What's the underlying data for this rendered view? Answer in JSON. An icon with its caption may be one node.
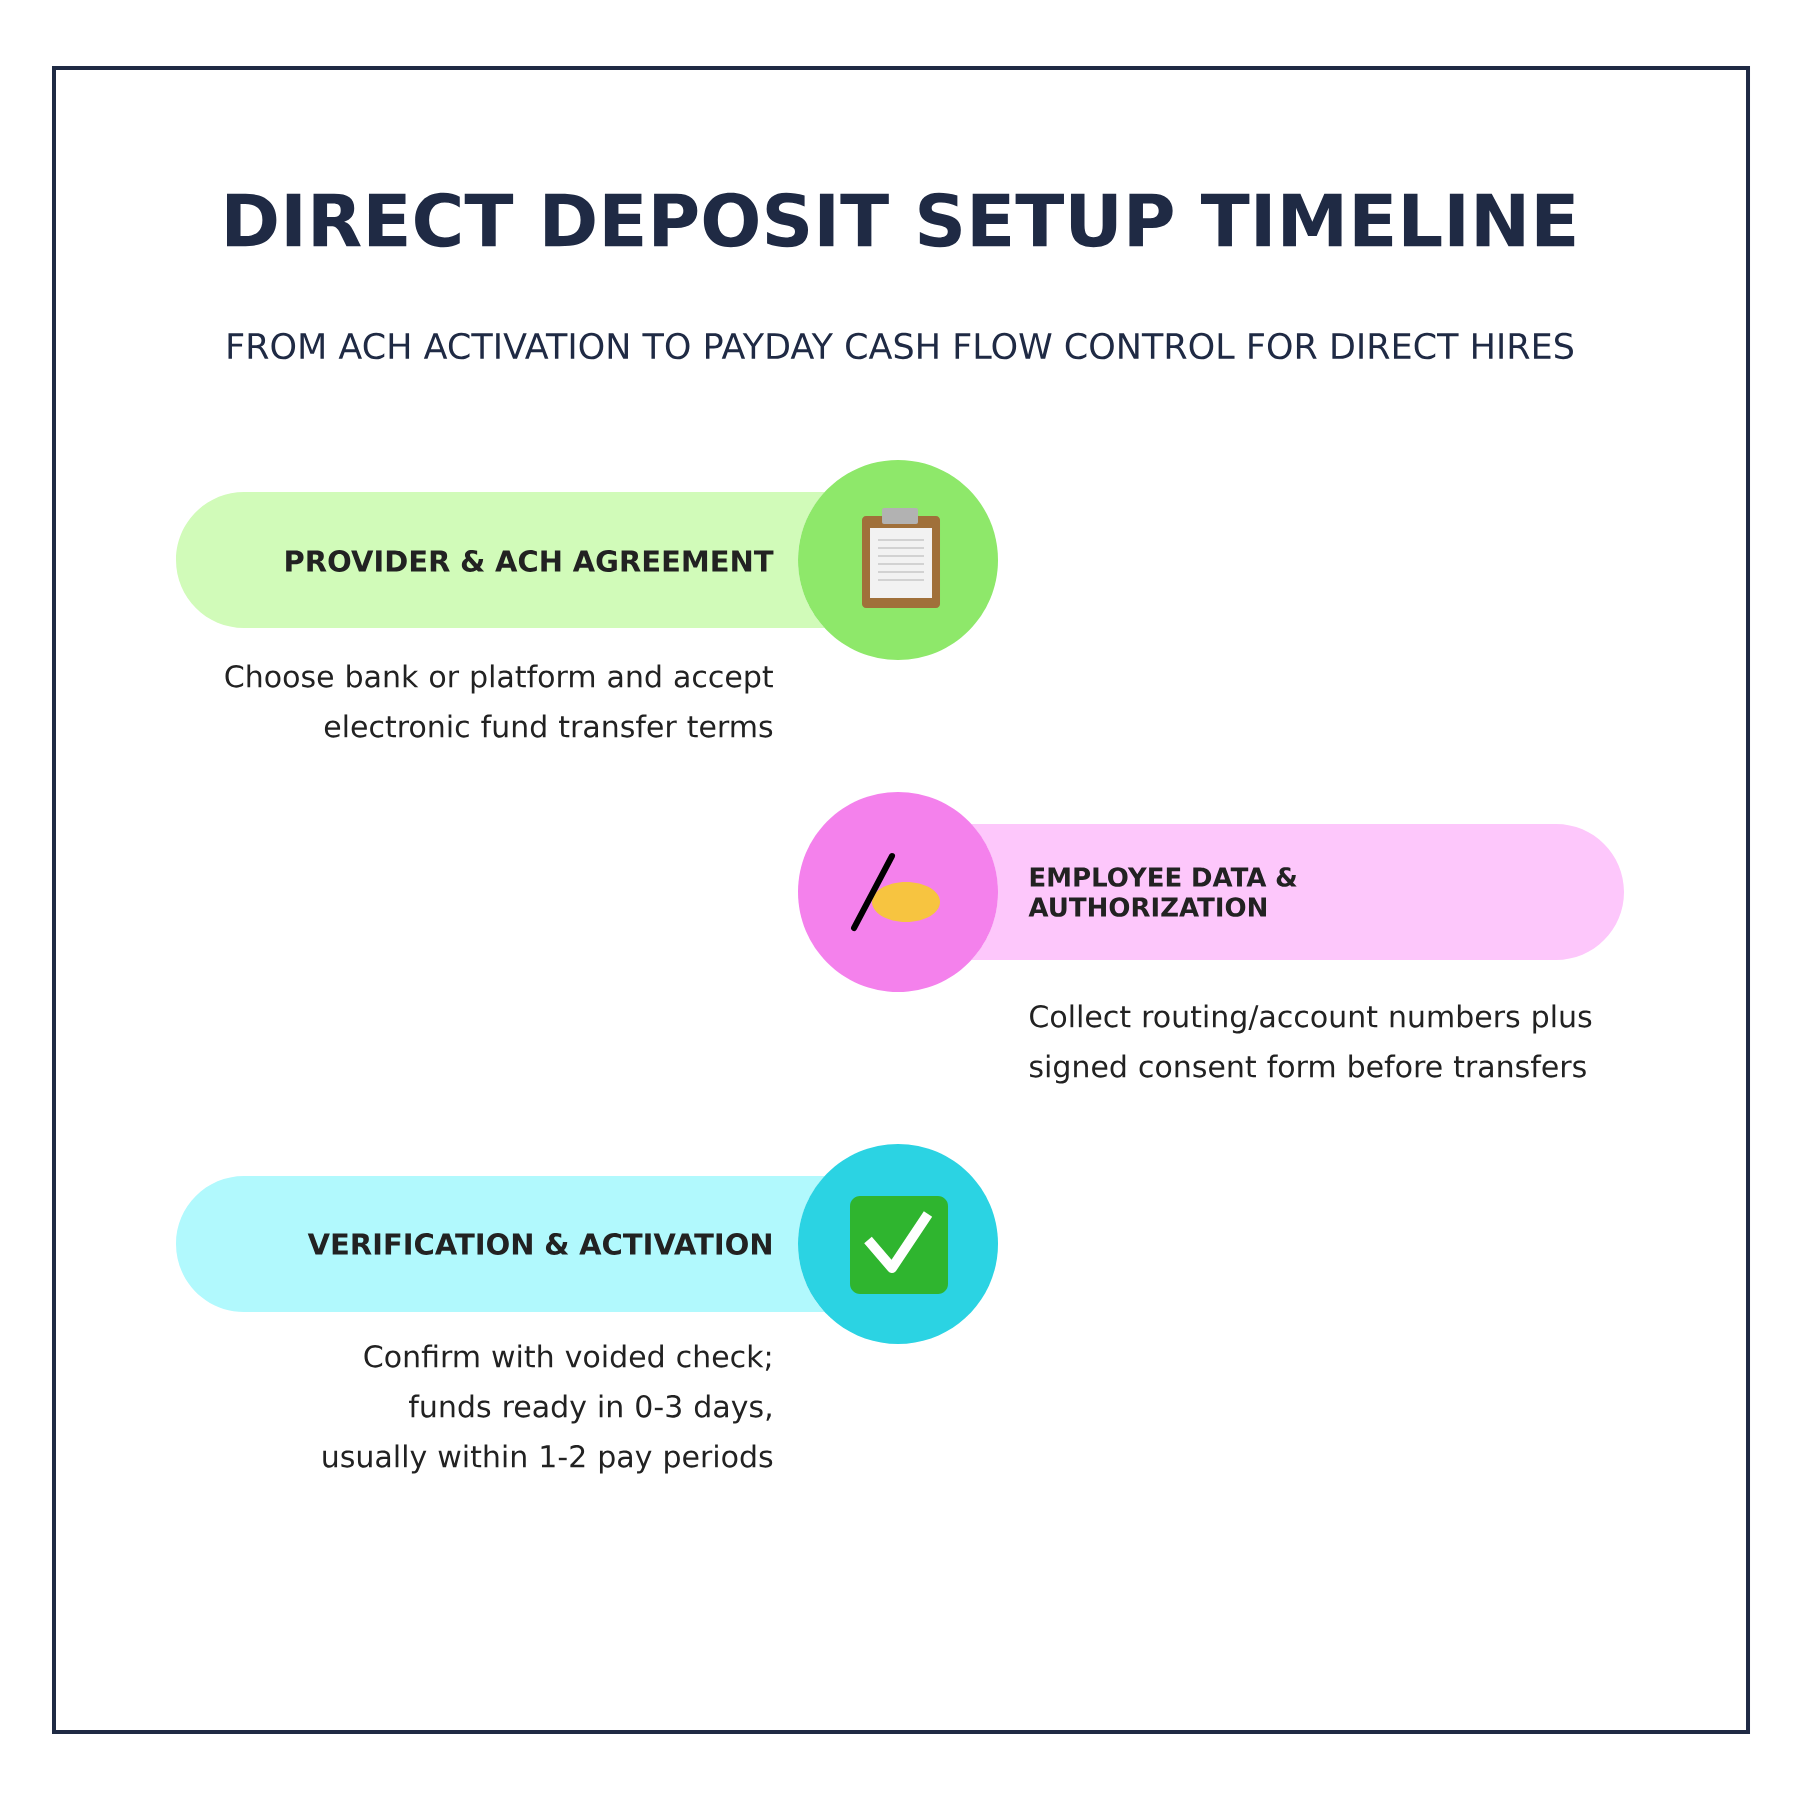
{
  "diagram": {
    "title": "DIRECT DEPOSIT SETUP TIMELINE",
    "caption": "FROM ACH ACTIVATION TO PAYDAY CASH FLOW CONTROL FOR DIRECT HIRES",
    "nodes": [
      {
        "text": [
          "PROVIDER & ACH AGREEMENT"
        ],
        "beside": [
          "Choose bank or platform and accept electronic fund transfer terms"
        ]
      },
      {
        "text": [
          "EMPLOYEE DATA & AUTHORIZATION"
        ],
        "beside": [
          "Collect routing/account numbers plus signed consent form before transfers"
        ]
      },
      {
        "text": [
          "VERIFICATION & ACTIVATION"
        ],
        "beside": [
          "Confirm with voided check; funds ready in 0-3 days, usually within 1-2 pay periods"
        ]
      }
    ]
  }
}
